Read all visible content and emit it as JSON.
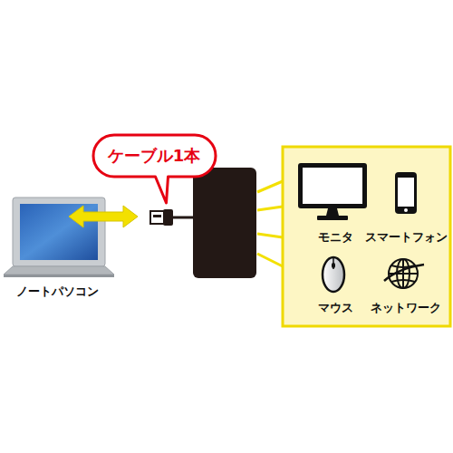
{
  "diagram": {
    "nodes": [
      {
        "text": [
          "ケーブル1本"
        ]
      }
    ],
    "labels": [
      "ノートパソコン",
      "モニタ",
      "スマートフォン",
      "マウス",
      "ネットワーク"
    ]
  }
}
